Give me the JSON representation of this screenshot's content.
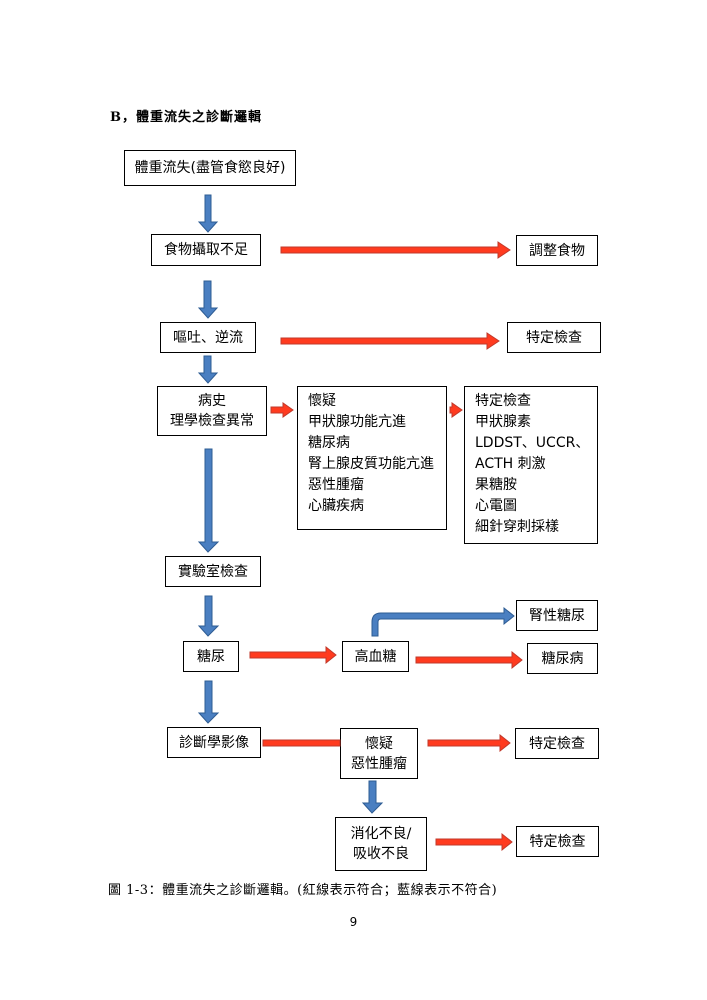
{
  "heading": "B，體重流失之診斷邏輯",
  "caption": "圖 1-3：體重流失之診斷邏輯。(紅線表示符合；藍線表示不符合)",
  "page_number": "9",
  "colors": {
    "red_arrow": "#ff3b1f",
    "red_arrow_stroke": "#c0392b",
    "blue_arrow": "#4a7fc1",
    "blue_arrow_stroke": "#2e5c93"
  },
  "nodes": {
    "weight_loss": "體重流失(盡管食慾良好)",
    "intake": "食物攝取不足",
    "adjust_food": "調整食物",
    "vomit": "嘔吐、逆流",
    "specific_test_1": "特定檢查",
    "history": [
      "病史",
      "理學檢查異常"
    ],
    "suspect_list": [
      "懷疑",
      "甲狀腺功能亢進",
      "糖尿病",
      "腎上腺皮質功能亢進",
      "惡性腫瘤",
      "心臟疾病"
    ],
    "test_list": [
      "特定檢查",
      "甲狀腺素",
      "LDDST、UCCR、",
      "ACTH 刺激",
      "果糖胺",
      "心電圖",
      "細針穿刺採樣"
    ],
    "lab": "實驗室檢查",
    "kidney_glucosuria": "腎性糖尿",
    "glucosuria": "糖尿",
    "hyperglycemia": "高血糖",
    "diabetes": "糖尿病",
    "imaging": "診斷學影像",
    "suspect_tumor": [
      "懷疑",
      "惡性腫瘤"
    ],
    "specific_test_2": "特定檢查",
    "malabsorption": [
      "消化不良/",
      "吸收不良"
    ],
    "specific_test_3": "特定檢查"
  }
}
